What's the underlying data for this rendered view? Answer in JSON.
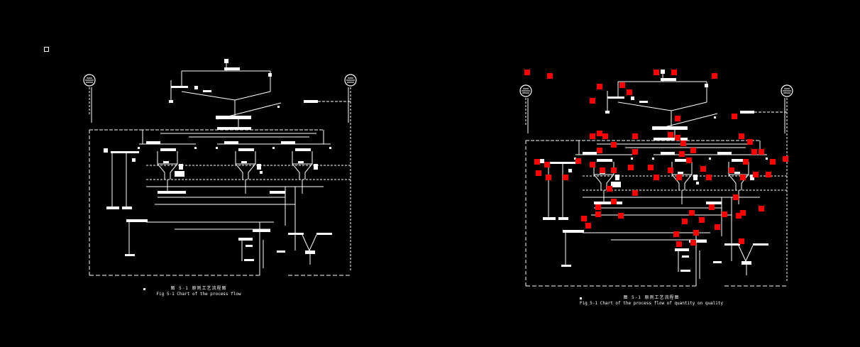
{
  "colors": {
    "background": "#000000",
    "line": "#ffffff",
    "highlight": "#ff0000"
  },
  "diagrams": [
    {
      "caption_cn": "图 5-1  原则工艺流程图",
      "caption_en": "Fig 5-1  Chart of the process flow",
      "highlighted": false
    },
    {
      "caption_cn": "图 5-1  原则工艺流程图",
      "caption_en": "Fig 5-1  Chart of the process flow of quantity on quality",
      "highlighted": true
    }
  ]
}
